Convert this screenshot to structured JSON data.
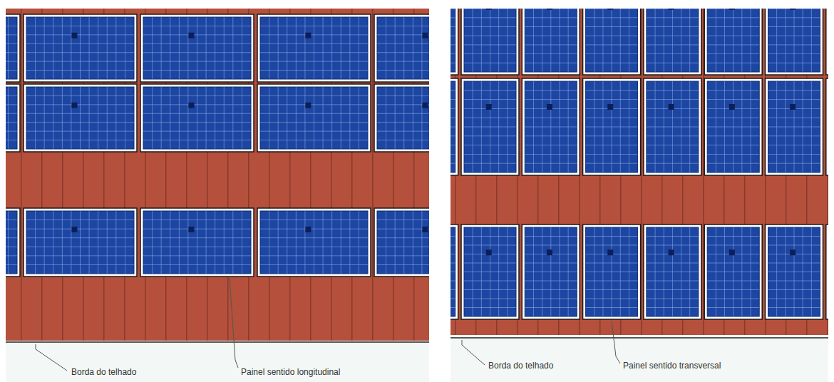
{
  "diagram": {
    "labels": [
      "Borda do telhado",
      "Painel sentido longitudinal",
      "Borda do telhado",
      "Painel sentido transversal"
    ]
  }
}
